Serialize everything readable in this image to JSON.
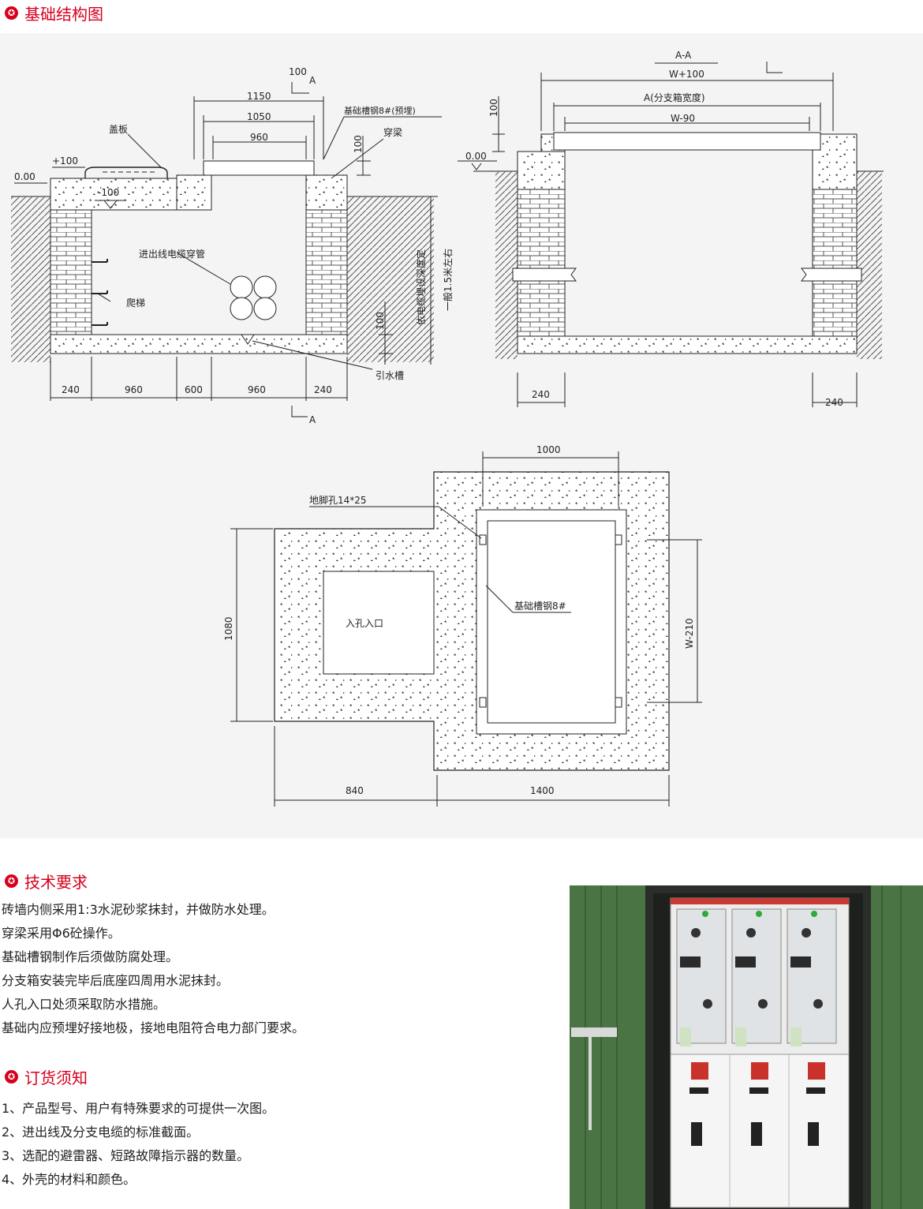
{
  "sections": {
    "structure": {
      "title": "基础结构图"
    },
    "technical": {
      "title": "技术要求",
      "items": [
        "砖墙内侧采用1:3水泥砂浆抹封，并做防水处理。",
        "穿梁采用Φ6砼操作。",
        "基础槽钢制作后须做防腐处理。",
        "分支箱安装完毕后底座四周用水泥抹封。",
        "人孔入口处须采取防水措施。",
        "基础内应预埋好接地极，接地电阻符合电力部门要求。"
      ]
    },
    "ordering": {
      "title": "订货须知",
      "items": [
        "1、产品型号、用户有特殊要求的可提供一次图。",
        "2、进出线及分支电缆的标准截面。",
        "3、选配的避雷器、短路故障指示器的数量。",
        "4、外壳的材料和颜色。"
      ]
    }
  },
  "drawing_left": {
    "labels": {
      "cover": "盖板",
      "plus100": "+100",
      "zero": "0.00",
      "minus100": "-100",
      "cable_pipe": "进出线电缆穿管",
      "ladder": "爬梯",
      "channel": "基础槽钢8#(预埋)",
      "beam": "穿梁",
      "cable_depth": "依电缆埋设深度定",
      "approx": "一般1.5米左右",
      "drain": "引水槽",
      "section_a_top": "A",
      "section_a_bottom": "A",
      "section_100": "100"
    },
    "dims_top": [
      "1150",
      "1050",
      "960"
    ],
    "dims_side": [
      "100",
      "100"
    ],
    "dims_bottom": [
      "240",
      "960",
      "600",
      "960",
      "240"
    ]
  },
  "drawing_right": {
    "labels": {
      "section": "A-A",
      "w_plus": "W+100",
      "a_width": "A(分支箱宽度)",
      "w_minus": "W-90",
      "zero": "0.00",
      "d100": "100"
    },
    "dims_bottom": [
      "240",
      "240"
    ]
  },
  "drawing_plan": {
    "labels": {
      "anchor": "地脚孔14*25",
      "manhole": "入孔入口",
      "channel": "基础槽钢8#"
    },
    "dims": {
      "top": "1000",
      "left": "1080",
      "right": "W-210",
      "bottom_left": "840",
      "bottom_right": "1400"
    }
  },
  "colors": {
    "accent": "#d6001c",
    "cabinet_green": "#3f6a3a"
  }
}
